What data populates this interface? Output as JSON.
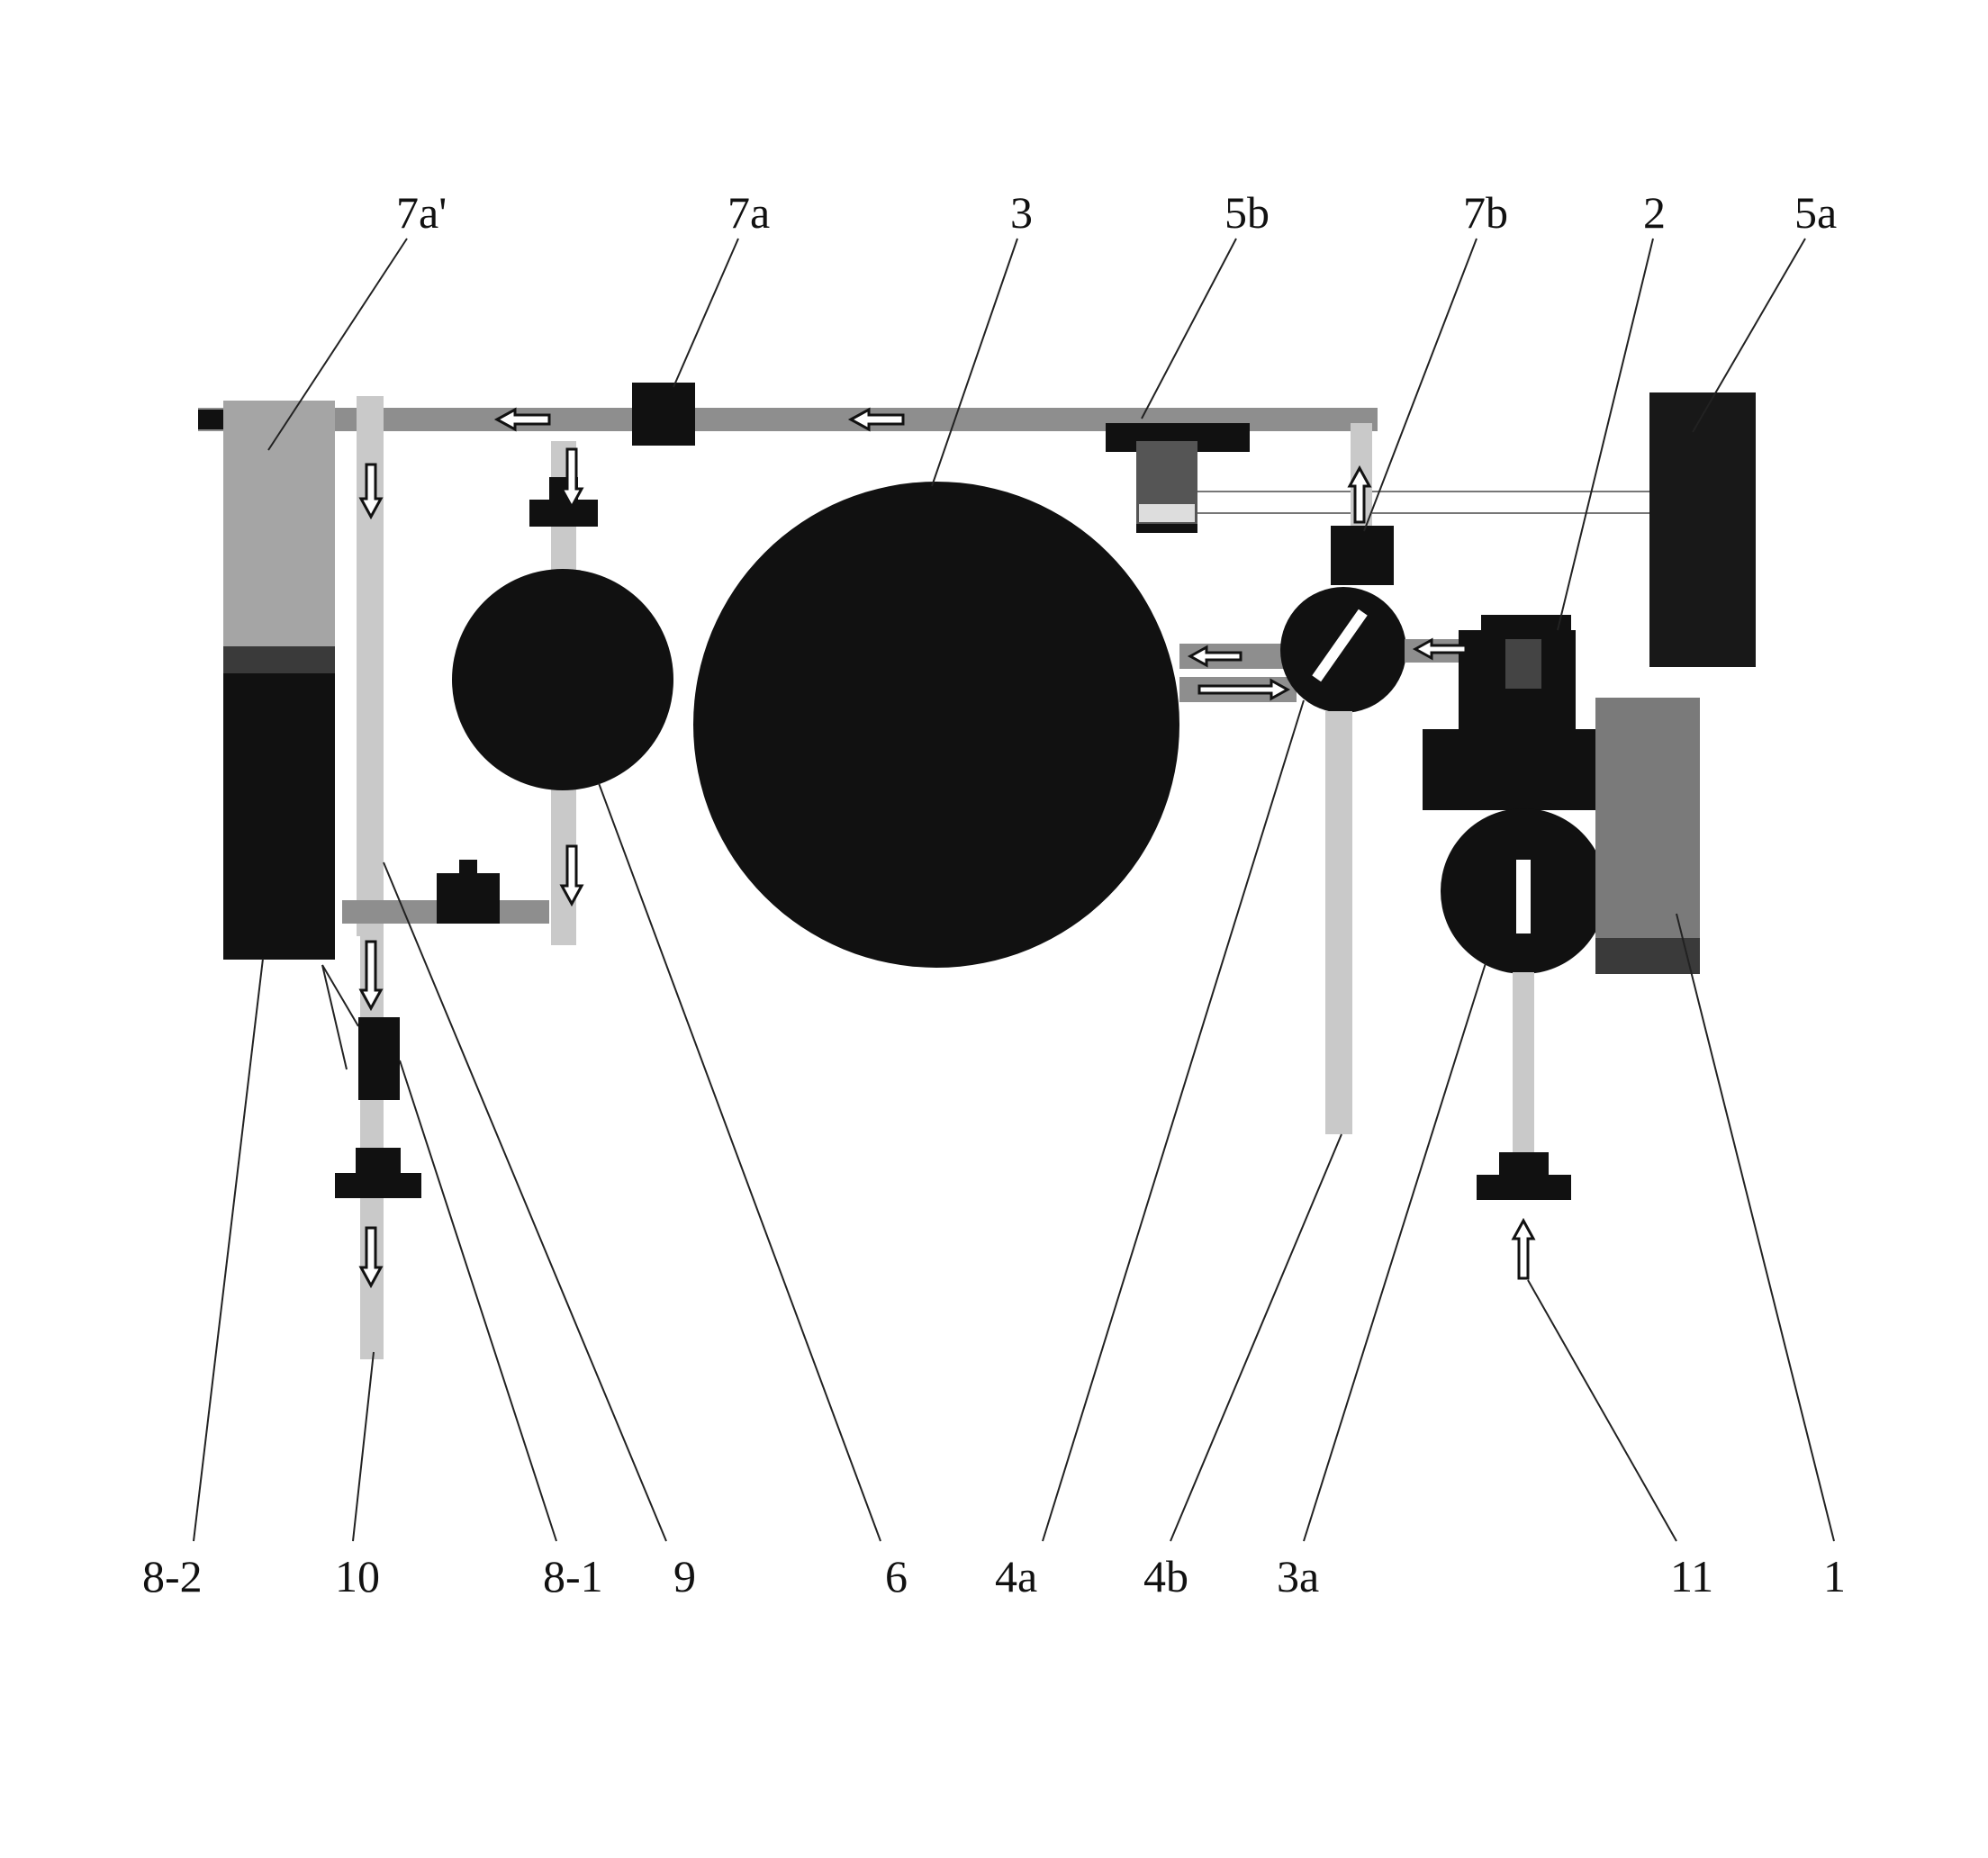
{
  "figure": {
    "labels_top": [
      "7a'",
      "7a",
      "3",
      "5b",
      "7b",
      "2",
      "5a"
    ],
    "labels_bottom": [
      "8-2",
      "10",
      "8-1",
      "9",
      "6",
      "4a",
      "4b",
      "3a",
      "11",
      "1"
    ]
  },
  "colors": {
    "ink": "#111111",
    "pipe_dark": "#8e8e8e",
    "pipe_light": "#c9c9c9",
    "tank_top": "#a0a0a0",
    "detector_gray": "#7a7a7a"
  }
}
